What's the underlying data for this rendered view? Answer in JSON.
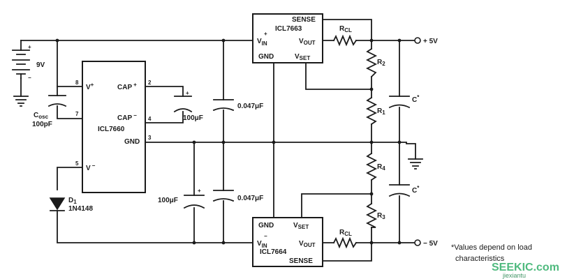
{
  "battery": {
    "label": "9V",
    "plus": "+",
    "minus": "−"
  },
  "cosc": {
    "name": "C",
    "sub": "osc",
    "value": "100pF"
  },
  "icl7660": {
    "name": "ICL7660",
    "pins": {
      "vplus": "V",
      "vplus_sup": "+",
      "cap_plus": "CAP",
      "cap_plus_sup": "+",
      "cap_minus": "CAP",
      "cap_minus_sup": "−",
      "gnd": "GND",
      "vminus": "V",
      "vminus_sup": "−"
    },
    "pin_numbers": {
      "p8": "8",
      "p7": "7",
      "p5": "5",
      "p2": "2",
      "p4": "4",
      "p3": "3"
    }
  },
  "pump_cap": {
    "value": "100μF",
    "plus": "+"
  },
  "neg_cap": {
    "value": "100μF",
    "plus": "+"
  },
  "bypass_top": {
    "value": "0.047μF"
  },
  "bypass_bottom": {
    "value": "0.047μF"
  },
  "diode": {
    "name": "D",
    "sub": "1",
    "part": "1N4148"
  },
  "icl7663": {
    "name": "ICL7663",
    "sense": "SENSE",
    "vin": "V",
    "vin_sub": "IN",
    "vin_sup": "+",
    "vout": "V",
    "vout_sub": "OUT",
    "gnd": "GND",
    "vset": "V",
    "vset_sub": "SET"
  },
  "icl7664": {
    "name": "ICL7664",
    "gnd": "GND",
    "vset": "V",
    "vset_sub": "SET",
    "vin": "V",
    "vin_sub": "IN",
    "vin_sup": "−",
    "vout": "V",
    "vout_sub": "OUT",
    "sense": "SENSE"
  },
  "rcl_top": {
    "name": "R",
    "sub": "CL"
  },
  "rcl_bottom": {
    "name": "R",
    "sub": "CL"
  },
  "r1": {
    "name": "R",
    "sub": "1"
  },
  "r2": {
    "name": "R",
    "sub": "2"
  },
  "r3": {
    "name": "R",
    "sub": "3"
  },
  "r4": {
    "name": "R",
    "sub": "4"
  },
  "c_top": {
    "name": "C",
    "sup": "*"
  },
  "c_bottom": {
    "name": "C",
    "sup": "*"
  },
  "outputs": {
    "pos": "+ 5V",
    "neg": "− 5V"
  },
  "note": {
    "line1": "*Values depend on load",
    "line2": "characteristics"
  },
  "watermark": {
    "main": "SEEKIC.com",
    "sub": "jiexiantu"
  }
}
